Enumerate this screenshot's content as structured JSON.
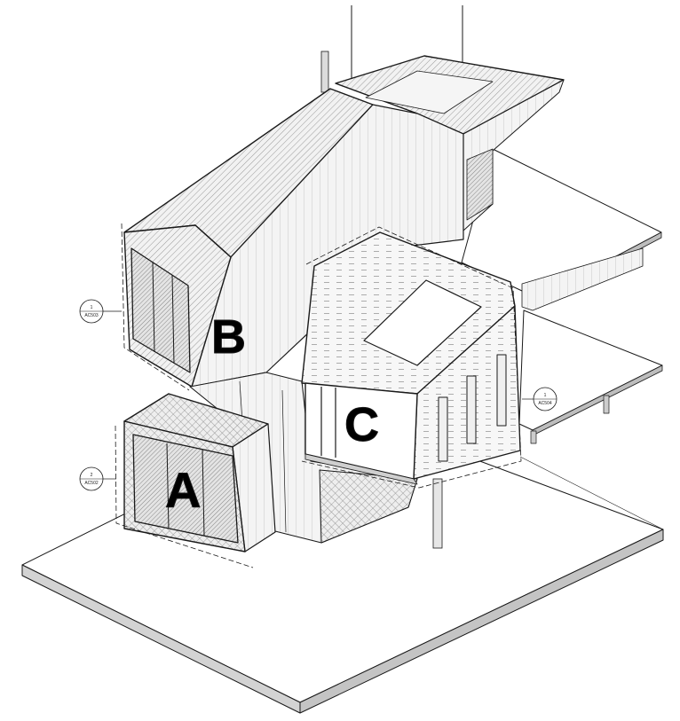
{
  "volumes": {
    "a": {
      "label": "A"
    },
    "b": {
      "label": "B"
    },
    "c": {
      "label": "C"
    }
  },
  "section_tags": [
    {
      "id": "ac503",
      "number": "1",
      "sheet": "AC503"
    },
    {
      "id": "ac502",
      "number": "2",
      "sheet": "AC502"
    },
    {
      "id": "ac504",
      "number": "1",
      "sheet": "AC504"
    }
  ],
  "colors": {
    "line": "#1a1a1a",
    "hatch": "#8a8a8a",
    "ground_edge": "#cfcfcf",
    "background": "#ffffff"
  }
}
